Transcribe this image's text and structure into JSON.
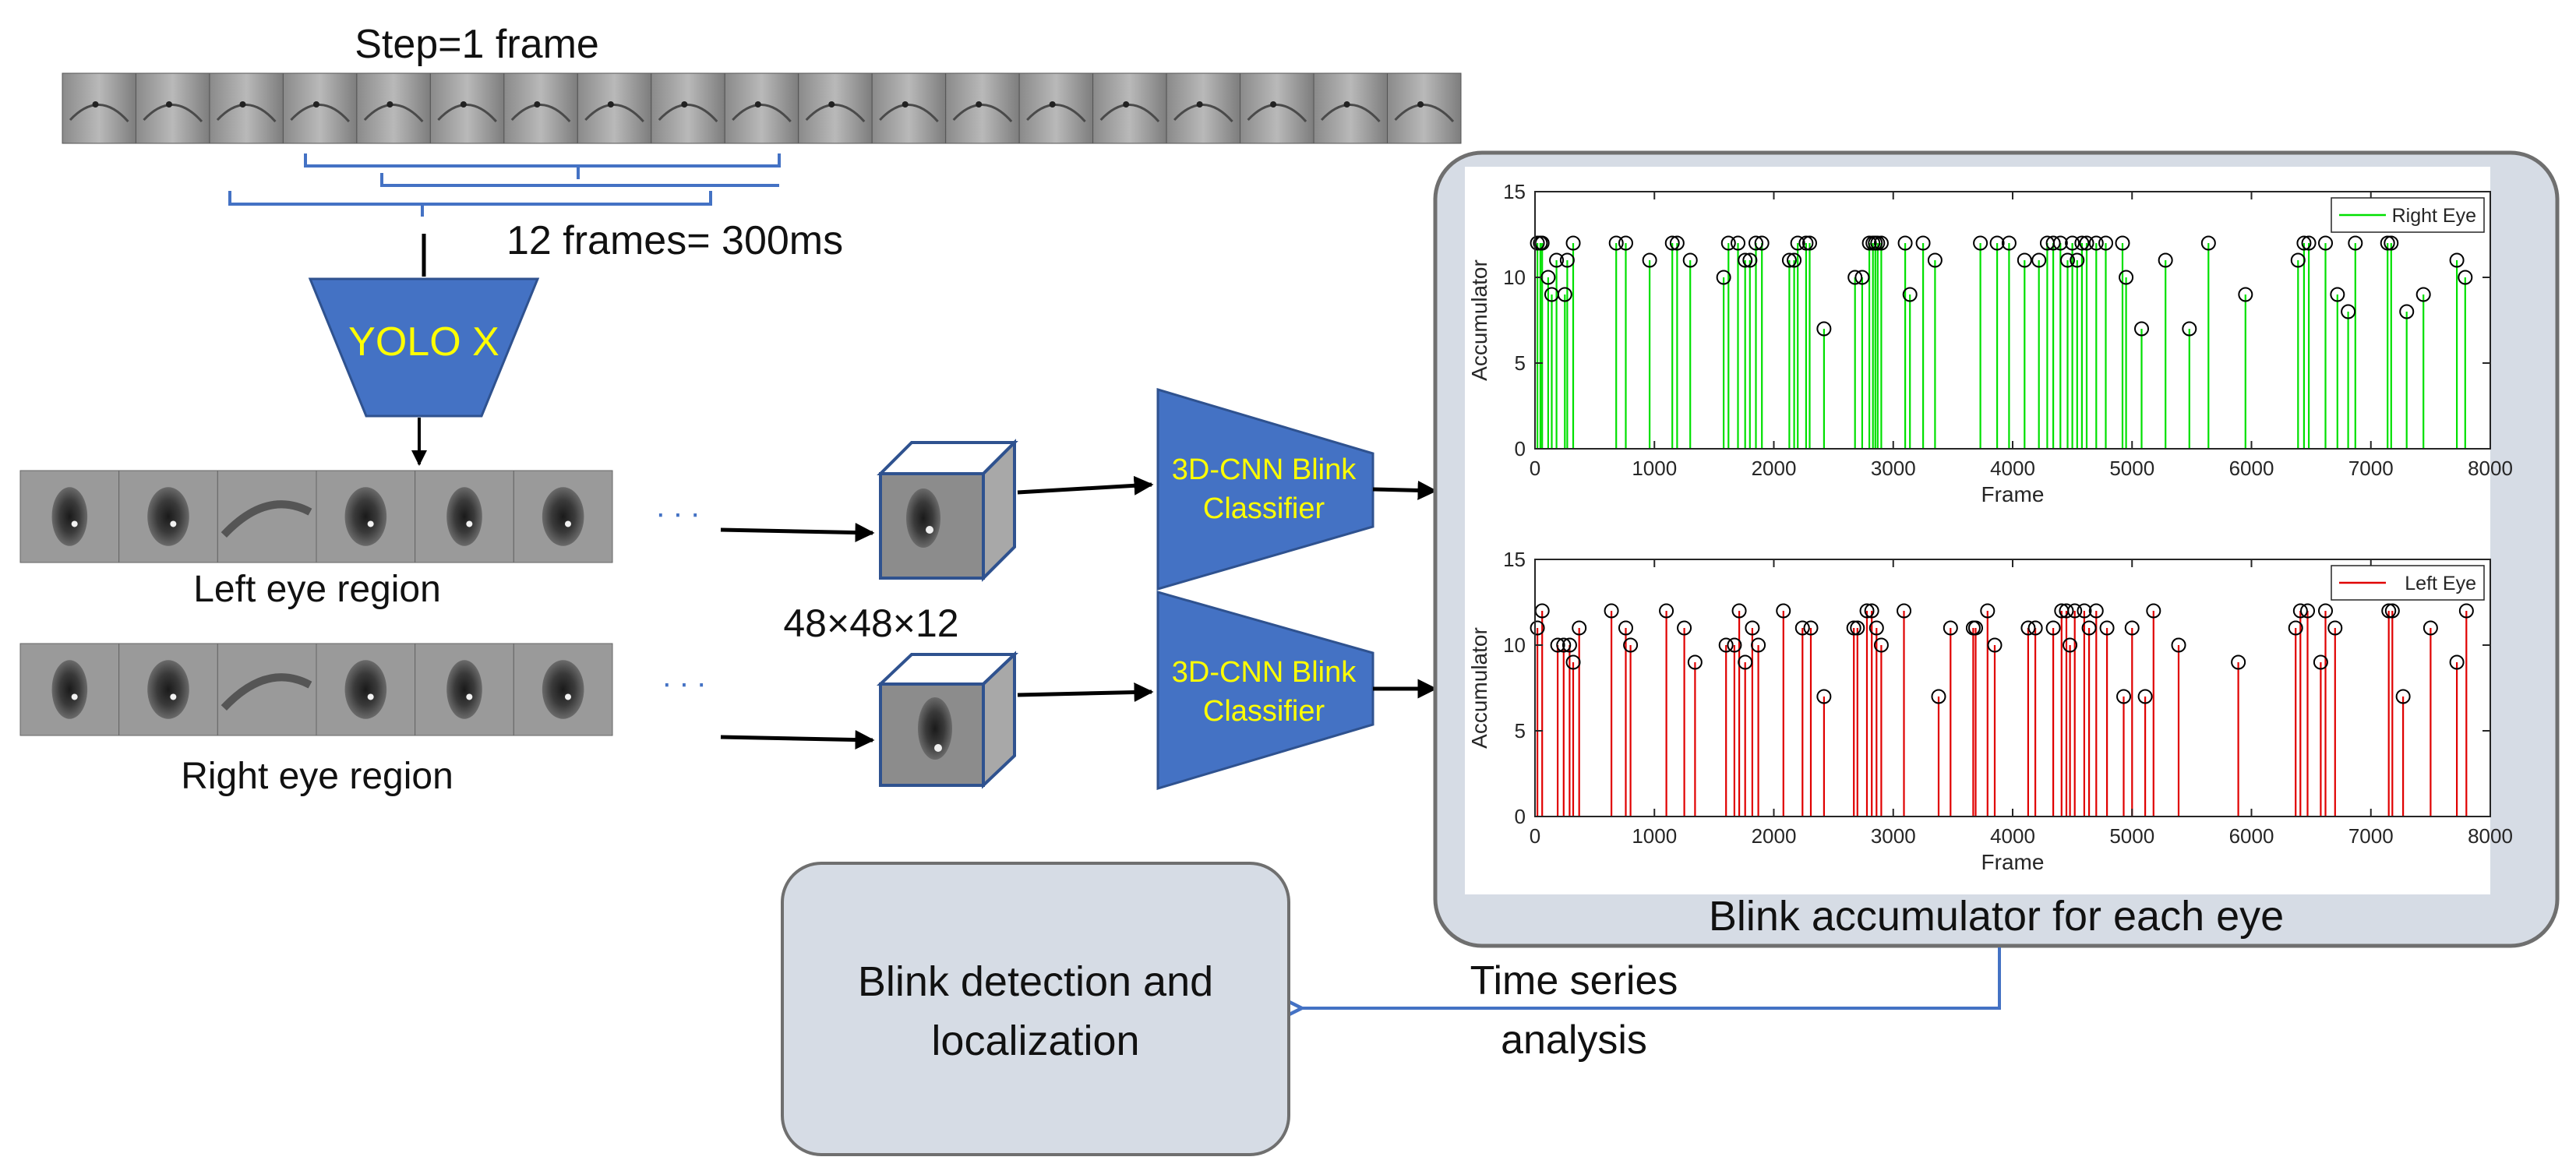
{
  "colors": {
    "accent_blue": "#4472C4",
    "block_blue": "#4472C4",
    "block_text": "#FFFF00",
    "panel_bg": "#D6DCE5",
    "panel_border": "#6F6F6F",
    "right_series": "#00E000",
    "left_series": "#E00000",
    "marker": "#000000"
  },
  "labels": {
    "step": "Step=1 frame",
    "window": "12 frames= 300ms",
    "yolo": "YOLO X",
    "left_region": "Left eye region",
    "right_region": "Right eye region",
    "ellipsis": "∙ ∙ ∙",
    "volume": "48×48×12",
    "classifier_line1": "3D-CNN Blink",
    "classifier_line2": "Classifier",
    "accumulator_caption": "Blink accumulator for each eye",
    "ts_line1": "Time series",
    "ts_line2": "analysis",
    "output_line1": "Blink detection and",
    "output_line2": "localization"
  },
  "chart_data": [
    {
      "type": "line",
      "series": [
        {
          "name": "Right Eye",
          "color": "#00E000",
          "peaks": [
            [
              20,
              12
            ],
            [
              45,
              12
            ],
            [
              60,
              12
            ],
            [
              110,
              10
            ],
            [
              140,
              9
            ],
            [
              180,
              11
            ],
            [
              250,
              9
            ],
            [
              270,
              11
            ],
            [
              320,
              12
            ],
            [
              680,
              12
            ],
            [
              760,
              12
            ],
            [
              960,
              11
            ],
            [
              1150,
              12
            ],
            [
              1190,
              12
            ],
            [
              1300,
              11
            ],
            [
              1580,
              10
            ],
            [
              1620,
              12
            ],
            [
              1700,
              12
            ],
            [
              1760,
              11
            ],
            [
              1800,
              11
            ],
            [
              1850,
              12
            ],
            [
              1900,
              12
            ],
            [
              2130,
              11
            ],
            [
              2170,
              11
            ],
            [
              2200,
              12
            ],
            [
              2270,
              12
            ],
            [
              2300,
              12
            ],
            [
              2420,
              7
            ],
            [
              2680,
              10
            ],
            [
              2740,
              10
            ],
            [
              2800,
              12
            ],
            [
              2830,
              12
            ],
            [
              2850,
              12
            ],
            [
              2870,
              12
            ],
            [
              2900,
              12
            ],
            [
              3100,
              12
            ],
            [
              3140,
              9
            ],
            [
              3250,
              12
            ],
            [
              3350,
              11
            ],
            [
              3730,
              12
            ],
            [
              3870,
              12
            ],
            [
              3970,
              12
            ],
            [
              4100,
              11
            ],
            [
              4220,
              11
            ],
            [
              4290,
              12
            ],
            [
              4340,
              12
            ],
            [
              4400,
              12
            ],
            [
              4460,
              11
            ],
            [
              4500,
              12
            ],
            [
              4540,
              11
            ],
            [
              4580,
              12
            ],
            [
              4620,
              12
            ],
            [
              4700,
              12
            ],
            [
              4780,
              12
            ],
            [
              4920,
              12
            ],
            [
              4950,
              10
            ],
            [
              5080,
              7
            ],
            [
              5280,
              11
            ],
            [
              5480,
              7
            ],
            [
              5640,
              12
            ],
            [
              5950,
              9
            ],
            [
              6390,
              11
            ],
            [
              6440,
              12
            ],
            [
              6480,
              12
            ],
            [
              6620,
              12
            ],
            [
              6720,
              9
            ],
            [
              6810,
              8
            ],
            [
              6870,
              12
            ],
            [
              7140,
              12
            ],
            [
              7170,
              12
            ],
            [
              7300,
              8
            ],
            [
              7440,
              9
            ],
            [
              7720,
              11
            ],
            [
              7790,
              10
            ]
          ]
        }
      ],
      "ylabel": "Accumulator",
      "xlabel": "Frame",
      "xlim": [
        0,
        8000
      ],
      "ylim": [
        0,
        15
      ],
      "xticks": [
        0,
        1000,
        2000,
        3000,
        4000,
        5000,
        6000,
        7000,
        8000
      ],
      "yticks": [
        0,
        5,
        10,
        15
      ],
      "legend_position": "top-right"
    },
    {
      "type": "line",
      "series": [
        {
          "name": "Left Eye",
          "color": "#E00000",
          "peaks": [
            [
              20,
              11
            ],
            [
              60,
              12
            ],
            [
              190,
              10
            ],
            [
              240,
              10
            ],
            [
              290,
              10
            ],
            [
              320,
              9
            ],
            [
              370,
              11
            ],
            [
              640,
              12
            ],
            [
              760,
              11
            ],
            [
              800,
              10
            ],
            [
              1100,
              12
            ],
            [
              1250,
              11
            ],
            [
              1340,
              9
            ],
            [
              1600,
              10
            ],
            [
              1670,
              10
            ],
            [
              1710,
              12
            ],
            [
              1760,
              9
            ],
            [
              1820,
              11
            ],
            [
              1870,
              10
            ],
            [
              2080,
              12
            ],
            [
              2240,
              11
            ],
            [
              2310,
              11
            ],
            [
              2420,
              7
            ],
            [
              2670,
              11
            ],
            [
              2700,
              11
            ],
            [
              2780,
              12
            ],
            [
              2820,
              12
            ],
            [
              2860,
              11
            ],
            [
              2900,
              10
            ],
            [
              3090,
              12
            ],
            [
              3380,
              7
            ],
            [
              3480,
              11
            ],
            [
              3670,
              11
            ],
            [
              3690,
              11
            ],
            [
              3790,
              12
            ],
            [
              3850,
              10
            ],
            [
              4130,
              11
            ],
            [
              4190,
              11
            ],
            [
              4340,
              11
            ],
            [
              4410,
              12
            ],
            [
              4450,
              12
            ],
            [
              4480,
              10
            ],
            [
              4520,
              12
            ],
            [
              4600,
              12
            ],
            [
              4640,
              11
            ],
            [
              4700,
              12
            ],
            [
              4790,
              11
            ],
            [
              4930,
              7
            ],
            [
              5000,
              11
            ],
            [
              5110,
              7
            ],
            [
              5180,
              12
            ],
            [
              5390,
              10
            ],
            [
              5890,
              9
            ],
            [
              6370,
              11
            ],
            [
              6410,
              12
            ],
            [
              6470,
              12
            ],
            [
              6580,
              9
            ],
            [
              6620,
              12
            ],
            [
              6700,
              11
            ],
            [
              7150,
              12
            ],
            [
              7180,
              12
            ],
            [
              7270,
              7
            ],
            [
              7500,
              11
            ],
            [
              7720,
              9
            ],
            [
              7800,
              12
            ]
          ]
        }
      ],
      "ylabel": "Accumulator",
      "xlabel": "Frame",
      "xlim": [
        0,
        8000
      ],
      "ylim": [
        0,
        15
      ],
      "xticks": [
        0,
        1000,
        2000,
        3000,
        4000,
        5000,
        6000,
        7000,
        8000
      ],
      "yticks": [
        0,
        5,
        10,
        15
      ],
      "legend_position": "top-right"
    }
  ]
}
